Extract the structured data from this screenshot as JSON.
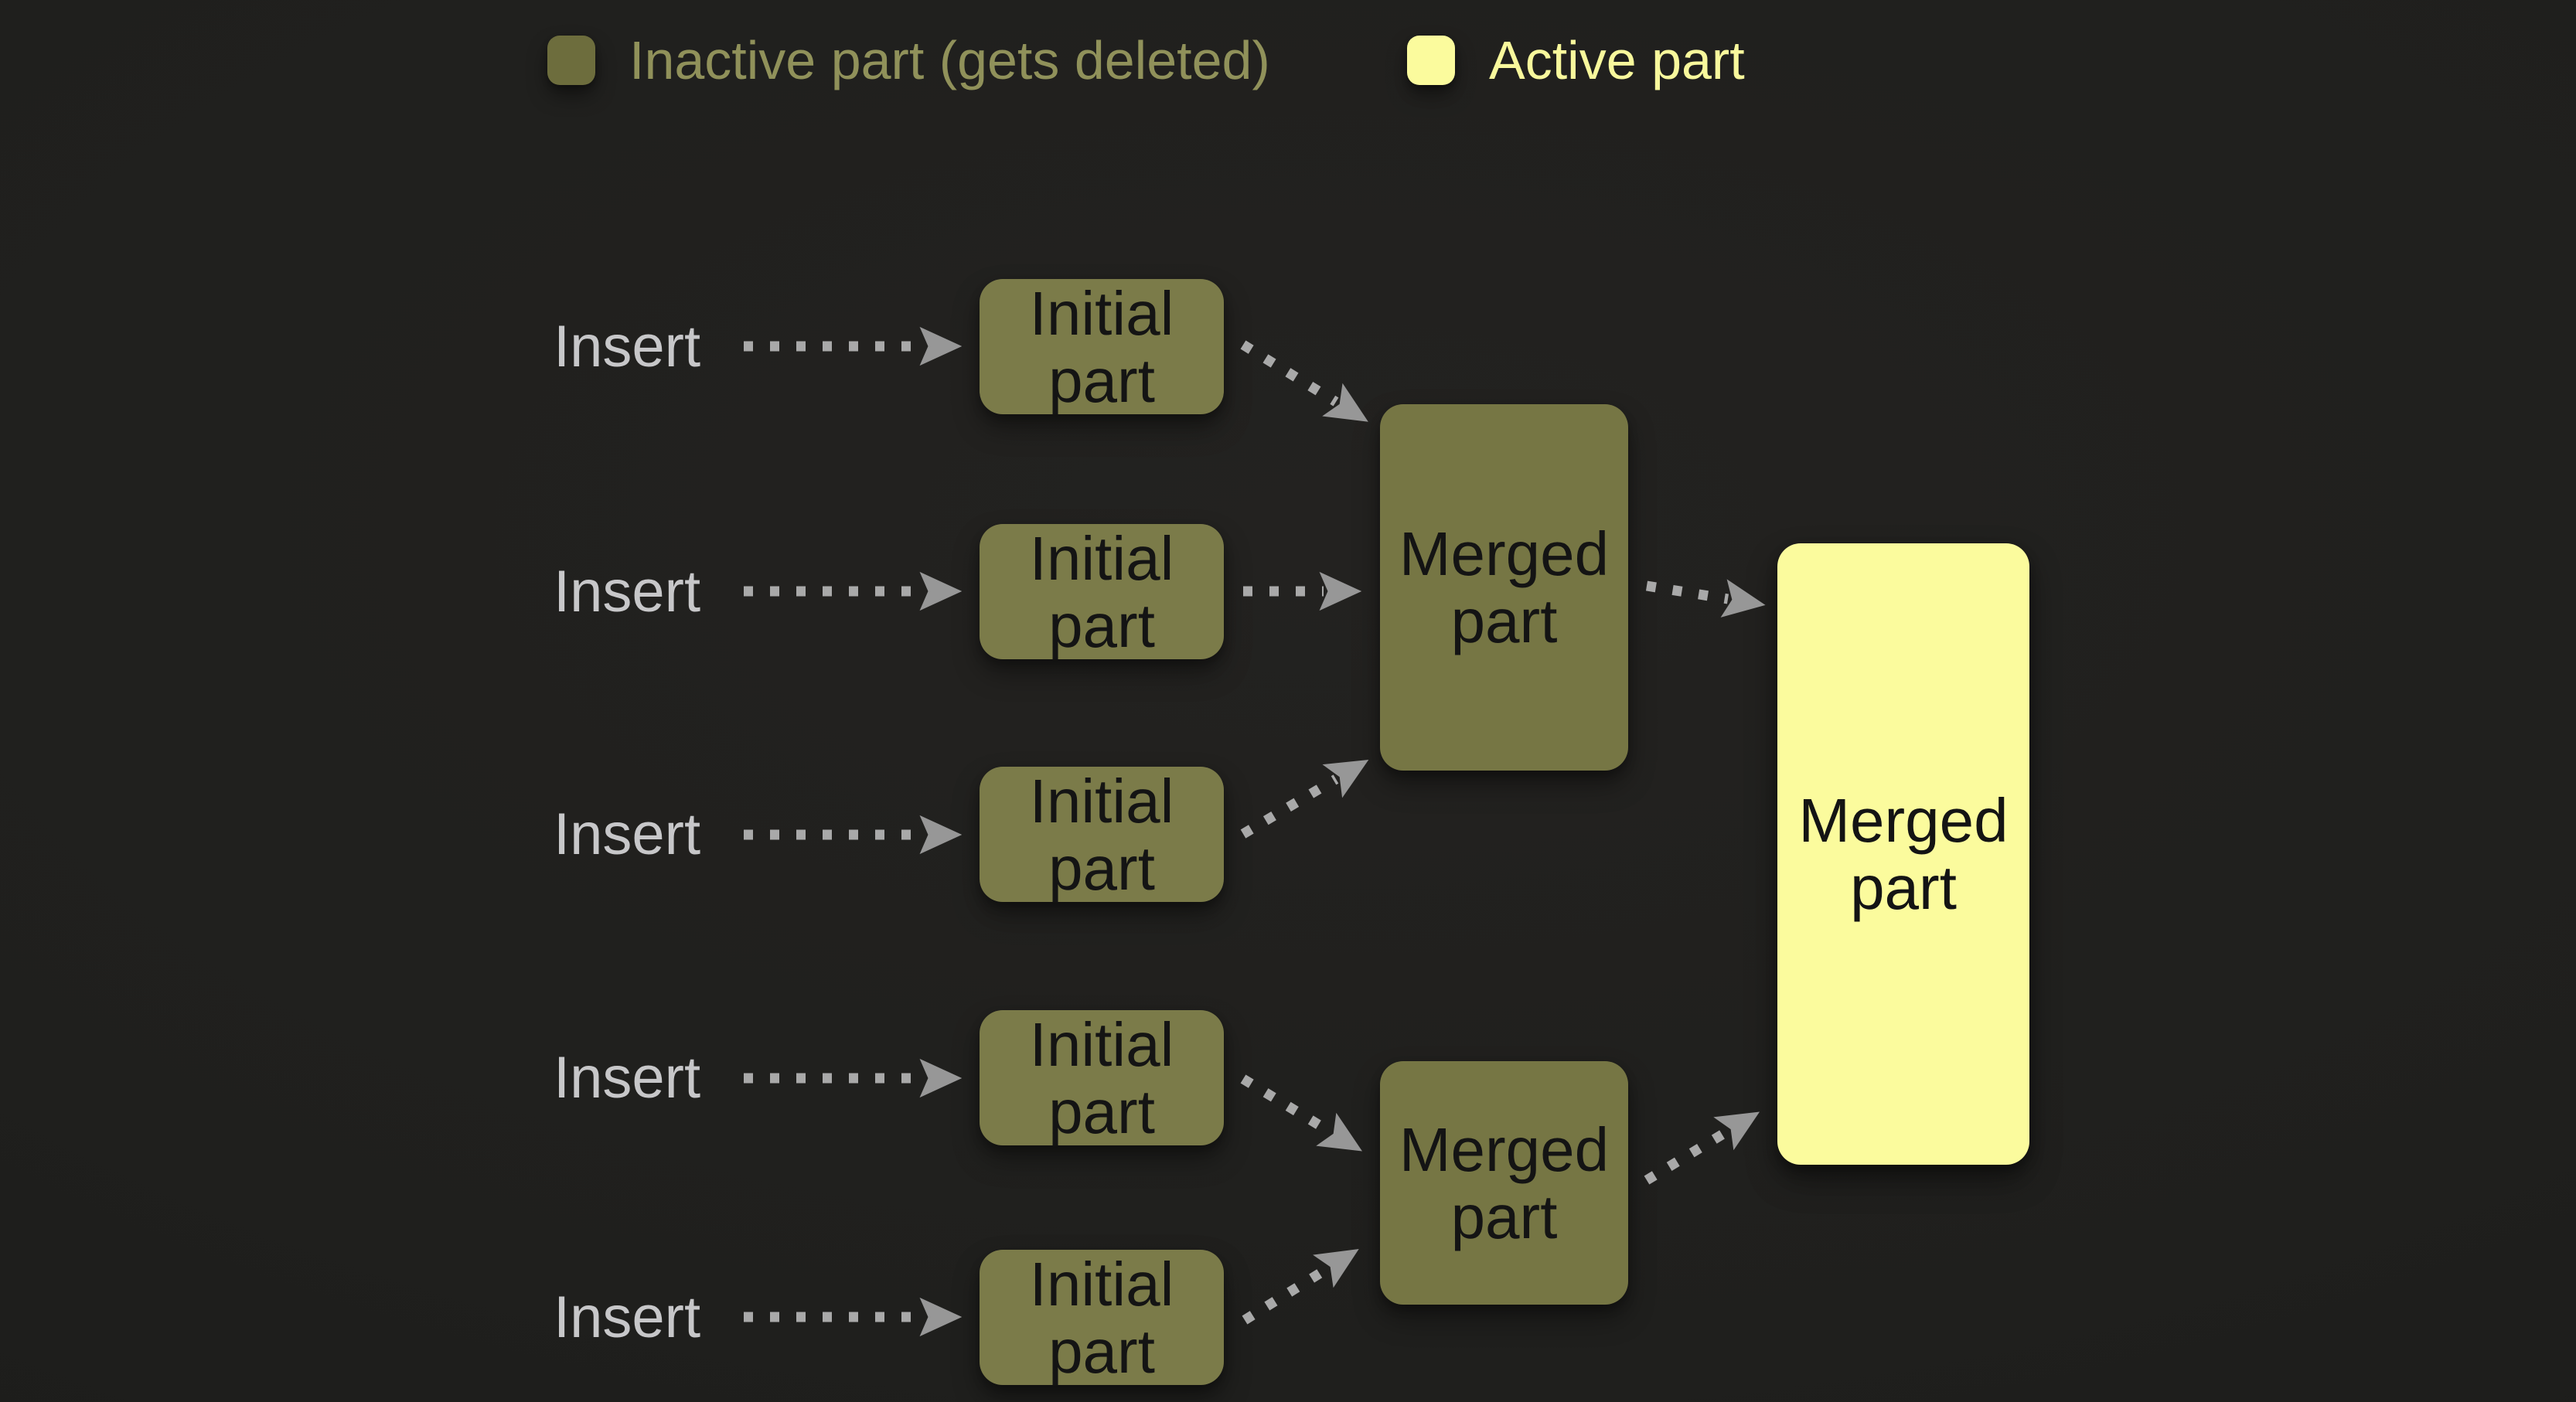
{
  "legend": {
    "inactive_label": "Inactive part (gets deleted)",
    "active_label": "Active part"
  },
  "rows": [
    {
      "label": "Insert"
    },
    {
      "label": "Insert"
    },
    {
      "label": "Insert"
    },
    {
      "label": "Insert"
    },
    {
      "label": "Insert"
    }
  ],
  "nodes": {
    "initial_lines": [
      "Initial",
      "part"
    ],
    "merged_lines": [
      "Merged",
      "part"
    ]
  },
  "colors": {
    "bg": "#1f1f1d",
    "olive-box": "#7b7b49",
    "olive-merged": "#767644",
    "olive-chip": "#6d6d3d",
    "yellow": "#fbfb9d",
    "legend-inactive-text": "#90915a",
    "legend-active-text": "#f8f89c",
    "insert-text": "#c7c7c9",
    "arrow": "#a9a9a9",
    "arrow-head": "#979797",
    "box-text": "#141414"
  }
}
